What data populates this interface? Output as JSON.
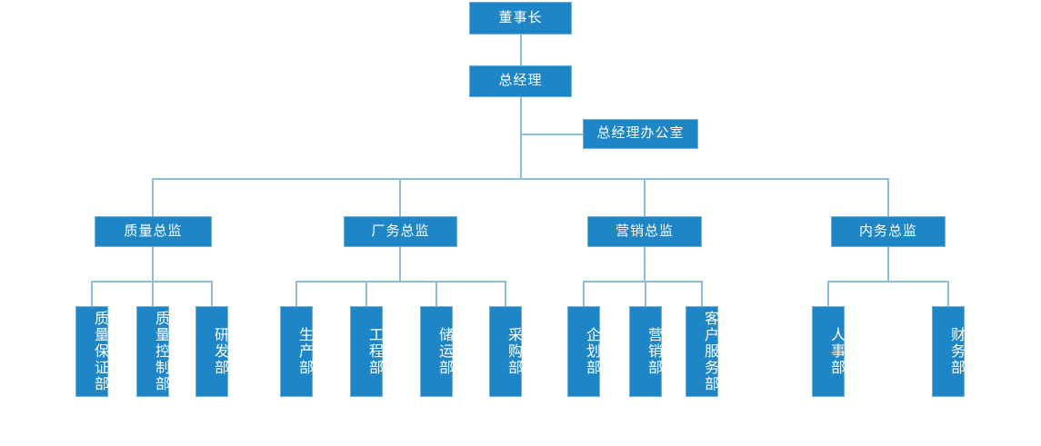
{
  "theme": {
    "box_fill": "#1E86C6",
    "box_border": "#6FB2D6",
    "connector": "#8CBEDC",
    "text": "#FFFFFF",
    "background": "#FFFFFF"
  },
  "chart_data": {
    "type": "diagram",
    "diagram_kind": "organization-chart",
    "orientation": "top-down",
    "levels": 4,
    "node_count": 19
  },
  "nodes": {
    "chairman": {
      "label": "董事长",
      "level": 1
    },
    "general_manager": {
      "label": "总经理",
      "level": 2
    },
    "gm_office": {
      "label": "总经理办公室",
      "level": 3
    }
  },
  "divisions": [
    {
      "id": "quality",
      "label": "质量总监",
      "departments": [
        {
          "id": "qa",
          "label": "质量保证部"
        },
        {
          "id": "qc",
          "label": "质量控制部"
        },
        {
          "id": "rd",
          "label": "研发部"
        }
      ]
    },
    {
      "id": "plant",
      "label": "厂务总监",
      "departments": [
        {
          "id": "production",
          "label": "生产部"
        },
        {
          "id": "engineering",
          "label": "工程部"
        },
        {
          "id": "warehouse",
          "label": "储运部"
        },
        {
          "id": "purchasing",
          "label": "采购部"
        }
      ]
    },
    {
      "id": "marketing",
      "label": "营销总监",
      "departments": [
        {
          "id": "planning",
          "label": "企划部"
        },
        {
          "id": "sales",
          "label": "营销部"
        },
        {
          "id": "customer_service",
          "label": "客户服务部"
        }
      ]
    },
    {
      "id": "internal",
      "label": "内务总监",
      "departments": [
        {
          "id": "hr",
          "label": "人事部"
        },
        {
          "id": "finance",
          "label": "财务部"
        }
      ]
    }
  ]
}
